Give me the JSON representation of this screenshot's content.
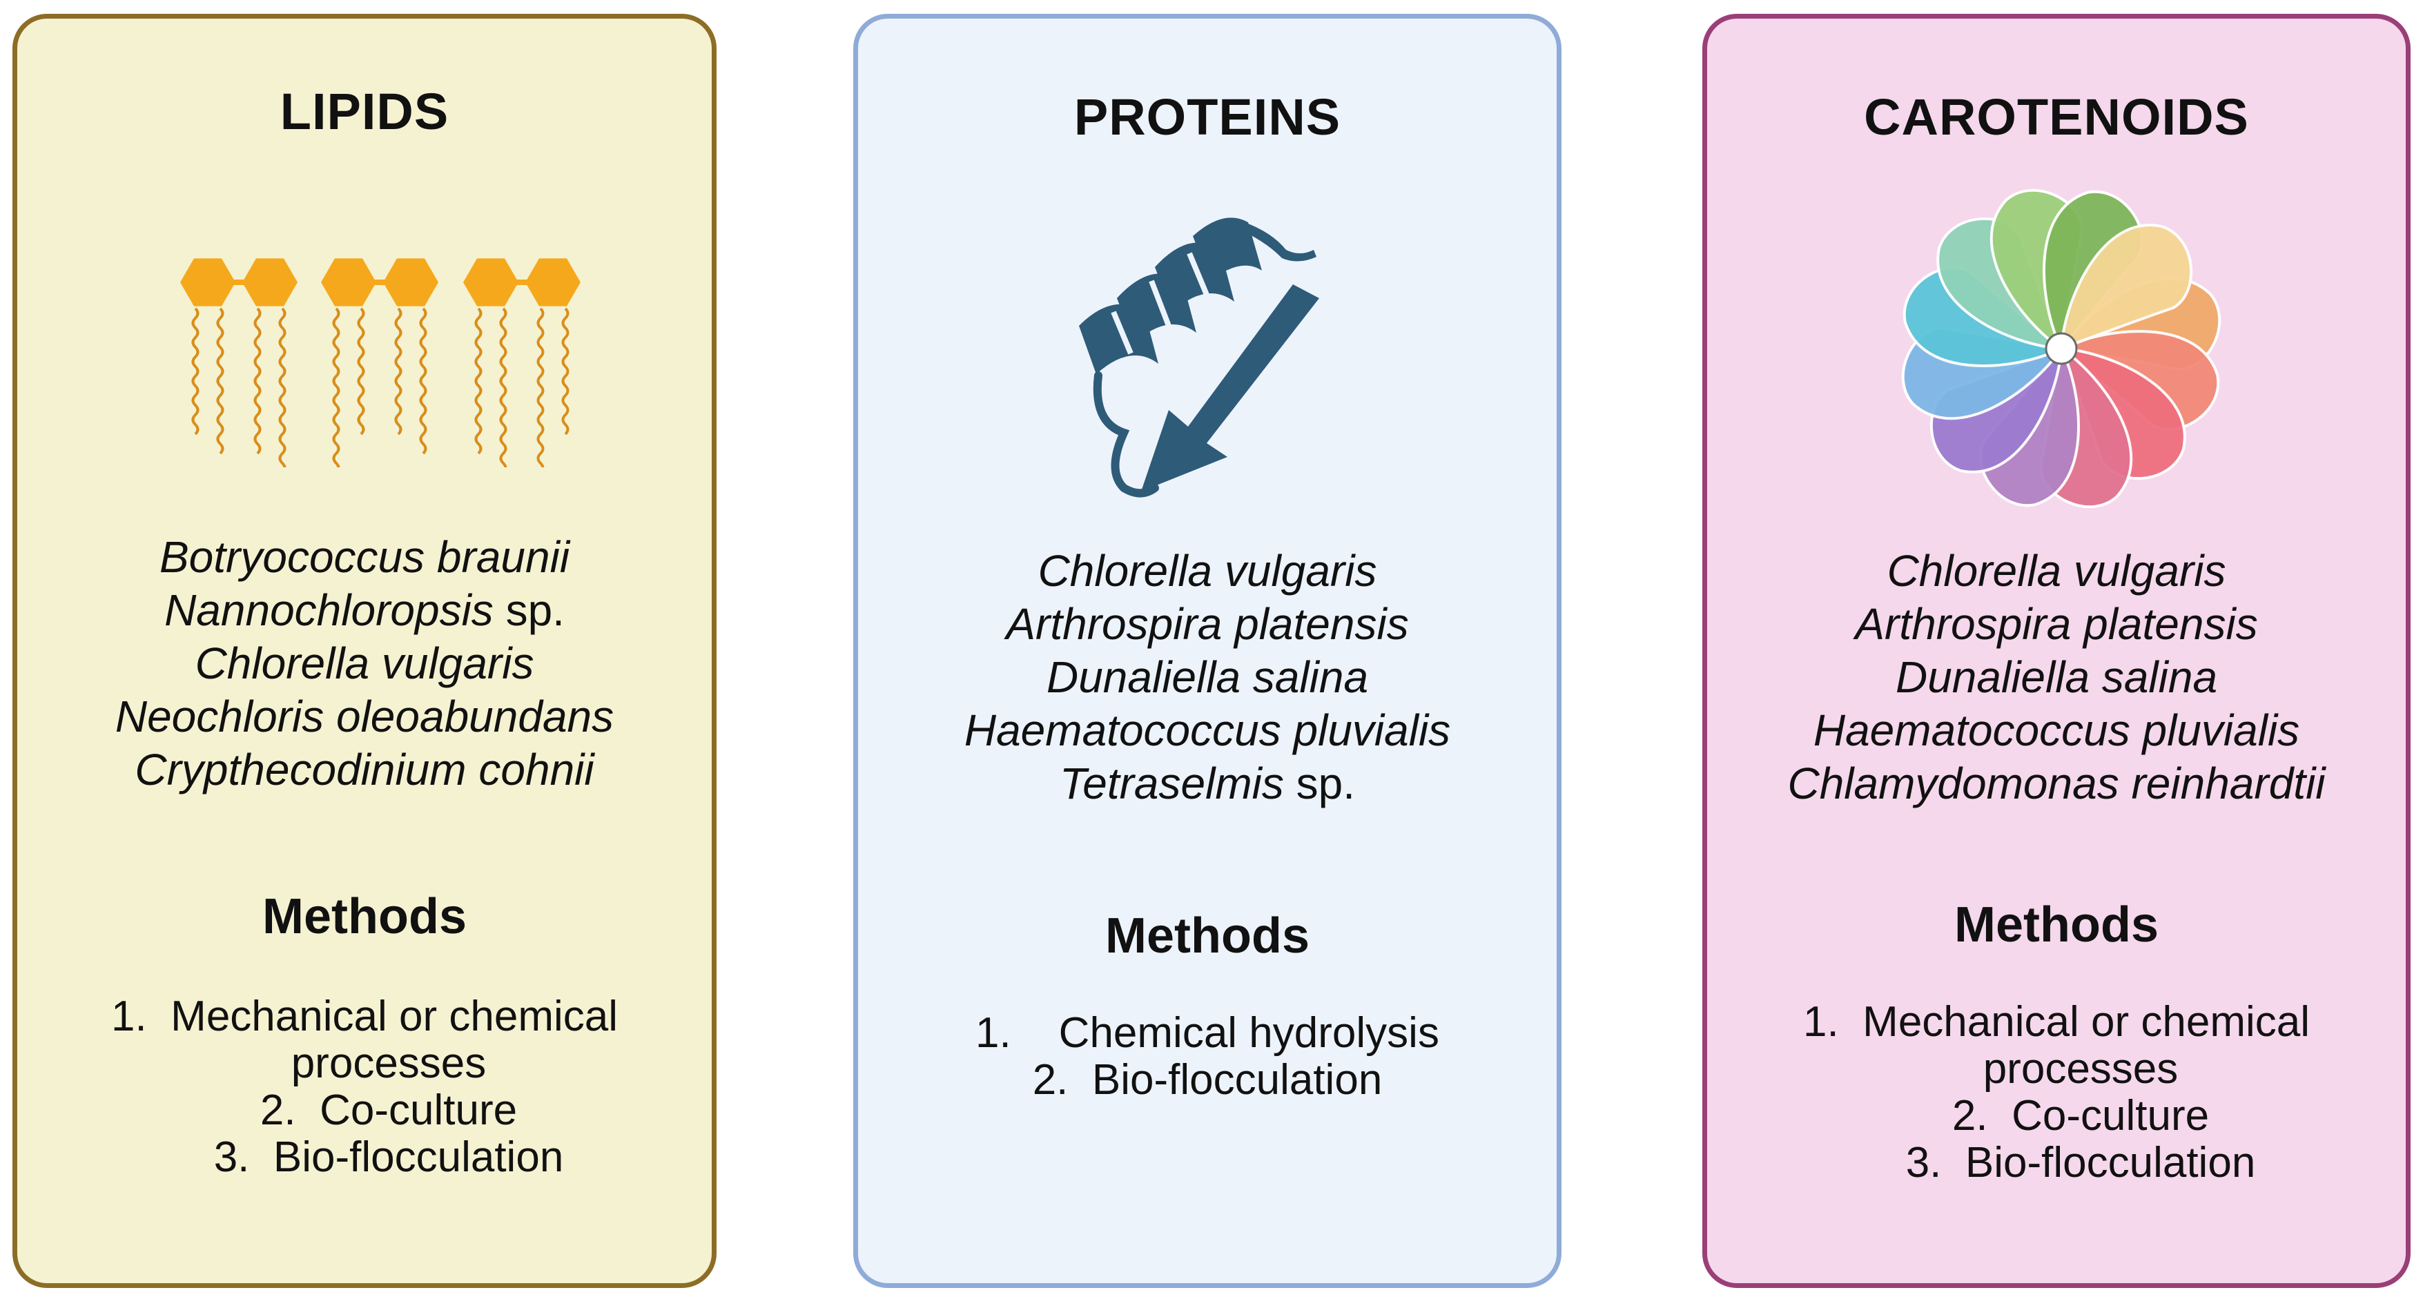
{
  "panels": {
    "lipids": {
      "title": "LIPIDS",
      "icon": "lipid-bilayer-icon",
      "border_color": "#8d6d26",
      "background": "#f5f2d2",
      "species": [
        {
          "name": "Botryococcus braunii",
          "suffix": ""
        },
        {
          "name": "Nannochloropsis",
          "suffix": " sp."
        },
        {
          "name": "Chlorella vulgaris",
          "suffix": ""
        },
        {
          "name": "Neochloris oleoabundans",
          "suffix": ""
        },
        {
          "name": "Crypthecodinium cohnii",
          "suffix": ""
        }
      ],
      "methods_title": "Methods",
      "methods": [
        {
          "num": "1.",
          "text": "Mechanical or chemical"
        },
        {
          "num": "",
          "text": "processes"
        },
        {
          "num": "2.",
          "text": "Co-culture"
        },
        {
          "num": "3.",
          "text": "Bio-flocculation"
        }
      ]
    },
    "proteins": {
      "title": "PROTEINS",
      "icon": "protein-structure-icon",
      "border_color": "#8fabd8",
      "background": "#edf3fb",
      "species": [
        {
          "name": "Chlorella vulgaris",
          "suffix": ""
        },
        {
          "name": "Arthrospira platensis",
          "suffix": ""
        },
        {
          "name": "Dunaliella salina",
          "suffix": ""
        },
        {
          "name": "Haematococcus pluvialis",
          "suffix": ""
        },
        {
          "name": "Tetraselmis",
          "suffix": " sp."
        }
      ],
      "methods_title": "Methods",
      "methods": [
        {
          "num": "1.",
          "text": "Chemical hydrolysis"
        },
        {
          "num": "2.",
          "text": "Bio-flocculation"
        }
      ]
    },
    "carotenoids": {
      "title": "CAROTENOIDS",
      "icon": "carotenoid-pigment-icon",
      "border_color": "#9a3f77",
      "background": "#f5d8ec",
      "species": [
        {
          "name": "Chlorella vulgaris",
          "suffix": ""
        },
        {
          "name": "Arthrospira platensis",
          "suffix": ""
        },
        {
          "name": "Dunaliella salina",
          "suffix": ""
        },
        {
          "name": "Haematococcus pluvialis",
          "suffix": ""
        },
        {
          "name": "Chlamydomonas reinhardtii",
          "suffix": ""
        }
      ],
      "methods_title": "Methods",
      "methods": [
        {
          "num": "1.",
          "text": "Mechanical or chemical"
        },
        {
          "num": "",
          "text": "processes"
        },
        {
          "num": "2.",
          "text": "Co-culture"
        },
        {
          "num": "3.",
          "text": "Bio-flocculation"
        }
      ]
    }
  },
  "colors": {
    "lipid_head": "#f6a81c",
    "lipid_tail": "#d98e1a",
    "protein": "#2e5b78",
    "carotenoid_petals": [
      "#f0a96a",
      "#f28a78",
      "#ef6f7e",
      "#e2728f",
      "#b282c4",
      "#9c7bd0",
      "#7db7e6",
      "#5cc4d8",
      "#8fd2b8",
      "#9ccf7a",
      "#7fb65a",
      "#f6d694"
    ]
  }
}
